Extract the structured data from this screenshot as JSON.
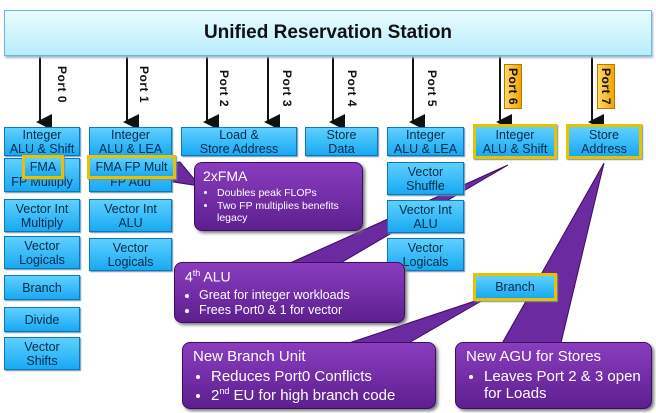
{
  "title": "Unified Reservation Station",
  "ports": [
    "Port 0",
    "Port 1",
    "Port 2",
    "Port 3",
    "Port 4",
    "Port 5",
    "Port 6",
    "Port 7"
  ],
  "units": {
    "p0_int": [
      "Integer",
      "ALU & Shift"
    ],
    "p0_fma": "FMA",
    "p0_fpmul": "FP Multiply",
    "p0_vimul": [
      "Vector Int",
      "Multiply"
    ],
    "p0_vlog": [
      "Vector",
      "Logicals"
    ],
    "p0_branch": "Branch",
    "p0_divide": "Divide",
    "p0_vshift": [
      "Vector",
      "Shifts"
    ],
    "p1_int": [
      "Integer",
      "ALU & LEA"
    ],
    "p1_fma": "FMA FP Mult",
    "p1_fpadd": "FP Add",
    "p1_vialu": [
      "Vector Int",
      "ALU"
    ],
    "p1_vlog": [
      "Vector",
      "Logicals"
    ],
    "p23_load": [
      "Load &",
      "Store Address"
    ],
    "p4_store": [
      "Store",
      "Data"
    ],
    "p5_int": [
      "Integer",
      "ALU & LEA"
    ],
    "p5_vshuf": [
      "Vector",
      "Shuffle"
    ],
    "p5_vialu": [
      "Vector Int",
      "ALU"
    ],
    "p5_vlog": [
      "Vector",
      "Logicals"
    ],
    "p6_int": [
      "Integer",
      "ALU & Shift"
    ],
    "p6_branch": "Branch",
    "p7_store": [
      "Store",
      "Address"
    ]
  },
  "callouts": {
    "fma": {
      "title": "2xFMA",
      "items": [
        "Doubles peak FLOPs",
        "Two FP multiplies benefits legacy"
      ]
    },
    "alu": {
      "title_pre": "4",
      "title_sup": "th",
      "title_post": " ALU",
      "items": [
        "Great for integer workloads",
        "Frees Port0 & 1 for vector"
      ]
    },
    "branch": {
      "title": "New Branch Unit",
      "item1": "Reduces Port0 Conflicts",
      "item2_pre": "2",
      "item2_sup": "nd",
      "item2_post": " EU for high branch code"
    },
    "agu": {
      "title": "New AGU for Stores",
      "items": [
        "Leaves Port 2 & 3 open for Loads"
      ]
    }
  },
  "colors": {
    "unit_blue": "#18a9f2",
    "highlight_yellow": "#e8c200",
    "callout_purple": "#6b2aa0",
    "new_port_orange": "#f5a400"
  }
}
